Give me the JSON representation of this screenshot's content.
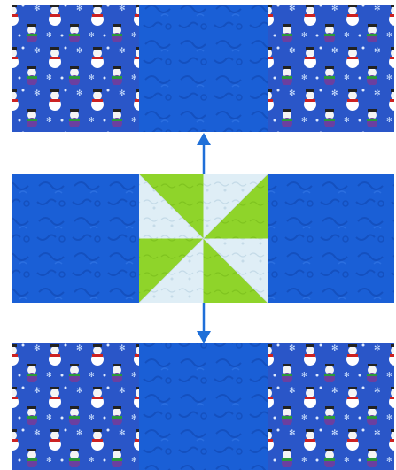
{
  "diagram": {
    "colors": {
      "background": "#ffffff",
      "royal_blue": "#1a5fd6",
      "royal_blue_dark": "#1450bf",
      "snowman_print_base": "#2a56c8",
      "lime_green": "#8fd42a",
      "pale_blue_white": "#dfeef6",
      "arrow": "#1f6fd8"
    },
    "rows": [
      {
        "name": "top-row",
        "blocks": [
          "snowman-print",
          "blue-swirl",
          "snowman-print"
        ]
      },
      {
        "name": "middle-row",
        "blocks": [
          "blue-swirl",
          "pinwheel",
          "blue-swirl"
        ]
      },
      {
        "name": "bottom-row",
        "blocks": [
          "snowman-print",
          "blue-swirl",
          "snowman-print"
        ]
      }
    ],
    "arrows": [
      {
        "name": "arrow-up",
        "direction": "up"
      },
      {
        "name": "arrow-down",
        "direction": "down"
      }
    ],
    "icons": [
      "arrow-up-icon",
      "arrow-down-icon"
    ]
  }
}
